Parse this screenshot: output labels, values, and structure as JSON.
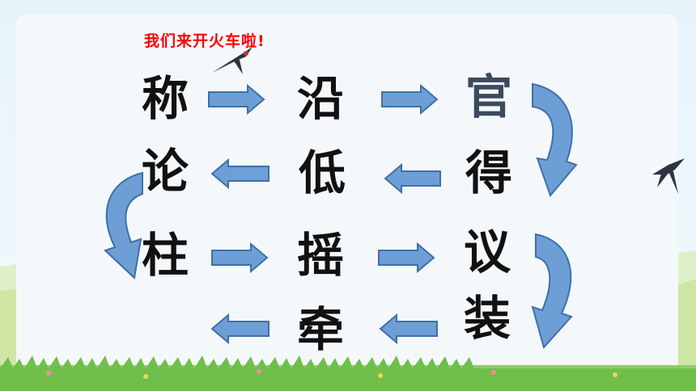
{
  "slide": {
    "title": "我们来开火车啦!",
    "chars": [
      "称",
      "沿",
      "官",
      "得",
      "低",
      "论",
      "柱",
      "摇",
      "议",
      "装",
      "牵"
    ]
  },
  "colors": {
    "arrow_fill": "#6d9fd6",
    "arrow_stroke": "#3f6fa8",
    "title": "#ff0000",
    "highlight_char": "#3b4a5e"
  }
}
